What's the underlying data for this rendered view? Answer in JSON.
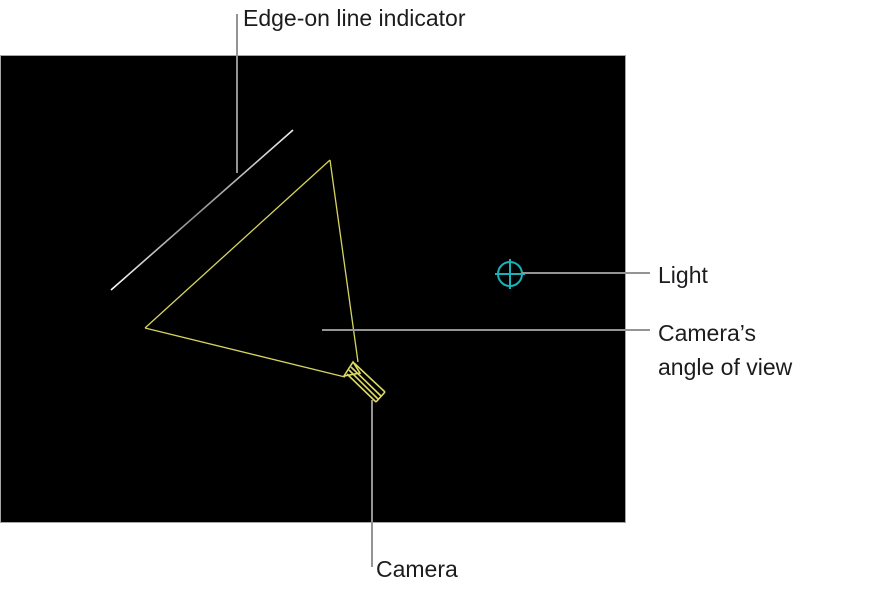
{
  "labels": {
    "edge_on": "Edge-on line indicator",
    "light": "Light",
    "angle_line1": "Camera’s",
    "angle_line2": "angle of view",
    "camera": "Camera"
  },
  "icons": {
    "light_icon": "light-crosshair-icon",
    "camera_icon": "camera-wireframe-icon",
    "edge_line": "edge-on-line",
    "frustum": "camera-angle-of-view-outline"
  },
  "colors": {
    "canvas_background": "#000000",
    "frustum_yellow": "#d6d45f",
    "camera_yellow": "#dedb66",
    "light_cyan": "#18b3b8",
    "edge_line_gray": "#bdbdbd",
    "callout_gray": "#949494",
    "label_text": "#1c1c1e"
  }
}
